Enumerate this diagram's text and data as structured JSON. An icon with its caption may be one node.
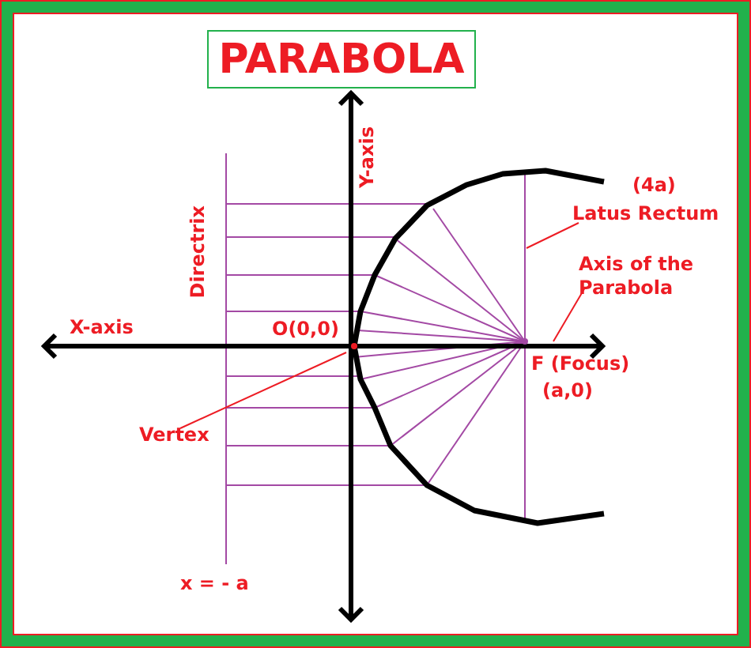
{
  "diagram": {
    "nodes": [
      {
        "text": [
          "PARABOLA"
        ]
      },
      {
        "text": [
          "(4a)",
          "Latus Rectum"
        ]
      },
      {
        "text": [
          "Axis of the Parabola"
        ]
      },
      {
        "text": [
          "Vertex"
        ]
      }
    ],
    "edges": [
      {
        "from": 1,
        "to": null,
        "arrow": "none",
        "color": "#ed1c24"
      },
      {
        "from": 2,
        "to": null,
        "arrow": "none",
        "color": "#ed1c24"
      },
      {
        "from": 3,
        "to": null,
        "arrow": "none",
        "color": "#ed1c24"
      }
    ],
    "labels": [
      "Y-axis",
      "Directrix",
      "X-axis",
      "O(0,0)",
      "F (Focus)",
      "(a,0)",
      "x = - a"
    ]
  }
}
